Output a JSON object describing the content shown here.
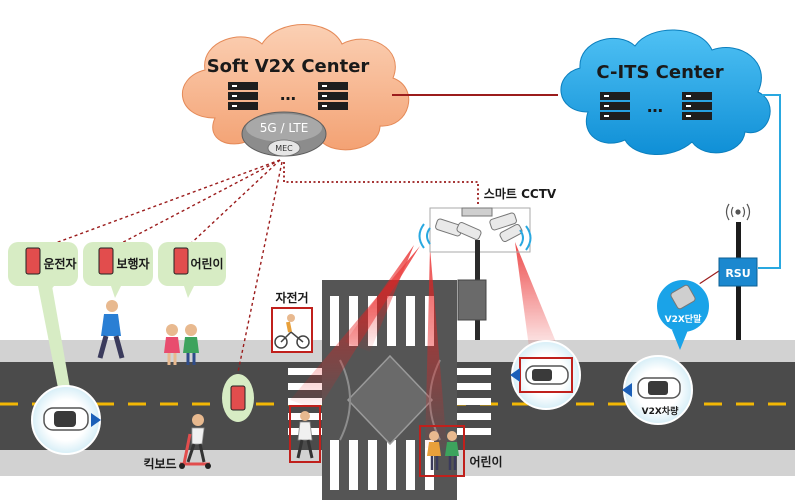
{
  "soft_center": {
    "title": "Soft V2X Center",
    "dots": "…",
    "network": "5G / LTE",
    "mec": "MEC"
  },
  "cits_center": {
    "title": "C-ITS Center",
    "dots": "…"
  },
  "cctv": {
    "label": "스마트 CCTV"
  },
  "rsu": {
    "label": "RSU"
  },
  "users": {
    "driver": "운전자",
    "pedestrian": "보행자",
    "child": "어린이"
  },
  "bicycle": {
    "label": "자전거"
  },
  "kickboard": {
    "label": "킥보드"
  },
  "child_crosswalk": {
    "label": "어린이"
  },
  "v2x_terminal": {
    "label": "V2X단말"
  },
  "v2x_vehicle": {
    "label": "V2X차량"
  },
  "colors": {
    "soft_cloud": "#f6b28c",
    "cits_cloud": "#1aa3e8",
    "link_dark_red": "#9b1c1c",
    "link_blue": "#29a8e0",
    "road": "#4a4a4a",
    "sidewalk": "#cfcfcf",
    "center_line": "#f2b705",
    "bubble_green": "#d7ecc4",
    "detect_red": "#e02020"
  }
}
